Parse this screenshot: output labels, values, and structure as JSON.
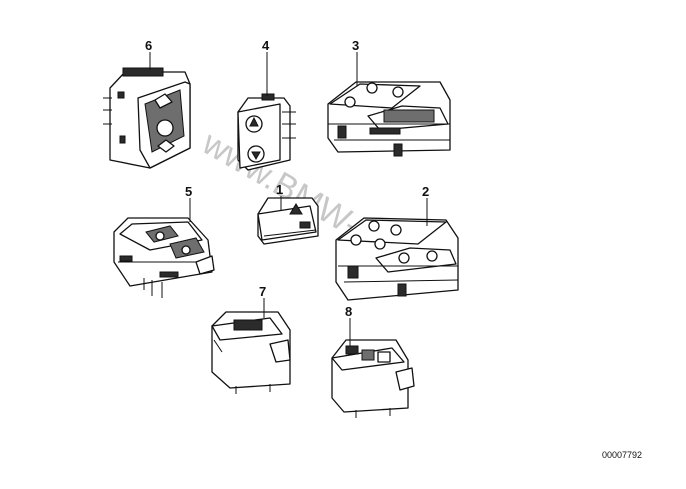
{
  "diagram": {
    "parts": [
      {
        "id": "part-1",
        "number": "1"
      },
      {
        "id": "part-2",
        "number": "2"
      },
      {
        "id": "part-3",
        "number": "3"
      },
      {
        "id": "part-4",
        "number": "4"
      },
      {
        "id": "part-5",
        "number": "5"
      },
      {
        "id": "part-6",
        "number": "6"
      },
      {
        "id": "part-7",
        "number": "7"
      },
      {
        "id": "part-8",
        "number": "8"
      }
    ],
    "reference_number": "00007792",
    "watermark": "www.BMW-store.pl"
  }
}
